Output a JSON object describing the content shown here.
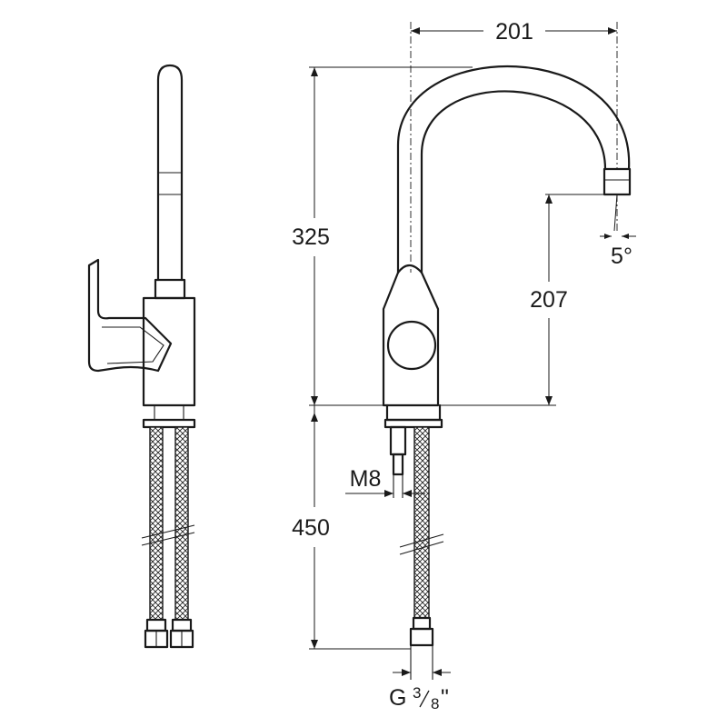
{
  "dimensions": {
    "spout_reach": "201",
    "total_height": "325",
    "spout_height": "207",
    "hose_length": "450",
    "spout_angle": "5°",
    "stud_thread": "M8",
    "connection_thread": "G",
    "connection_numerator": "3",
    "connection_denominator": "8",
    "connection_unit": "\""
  }
}
